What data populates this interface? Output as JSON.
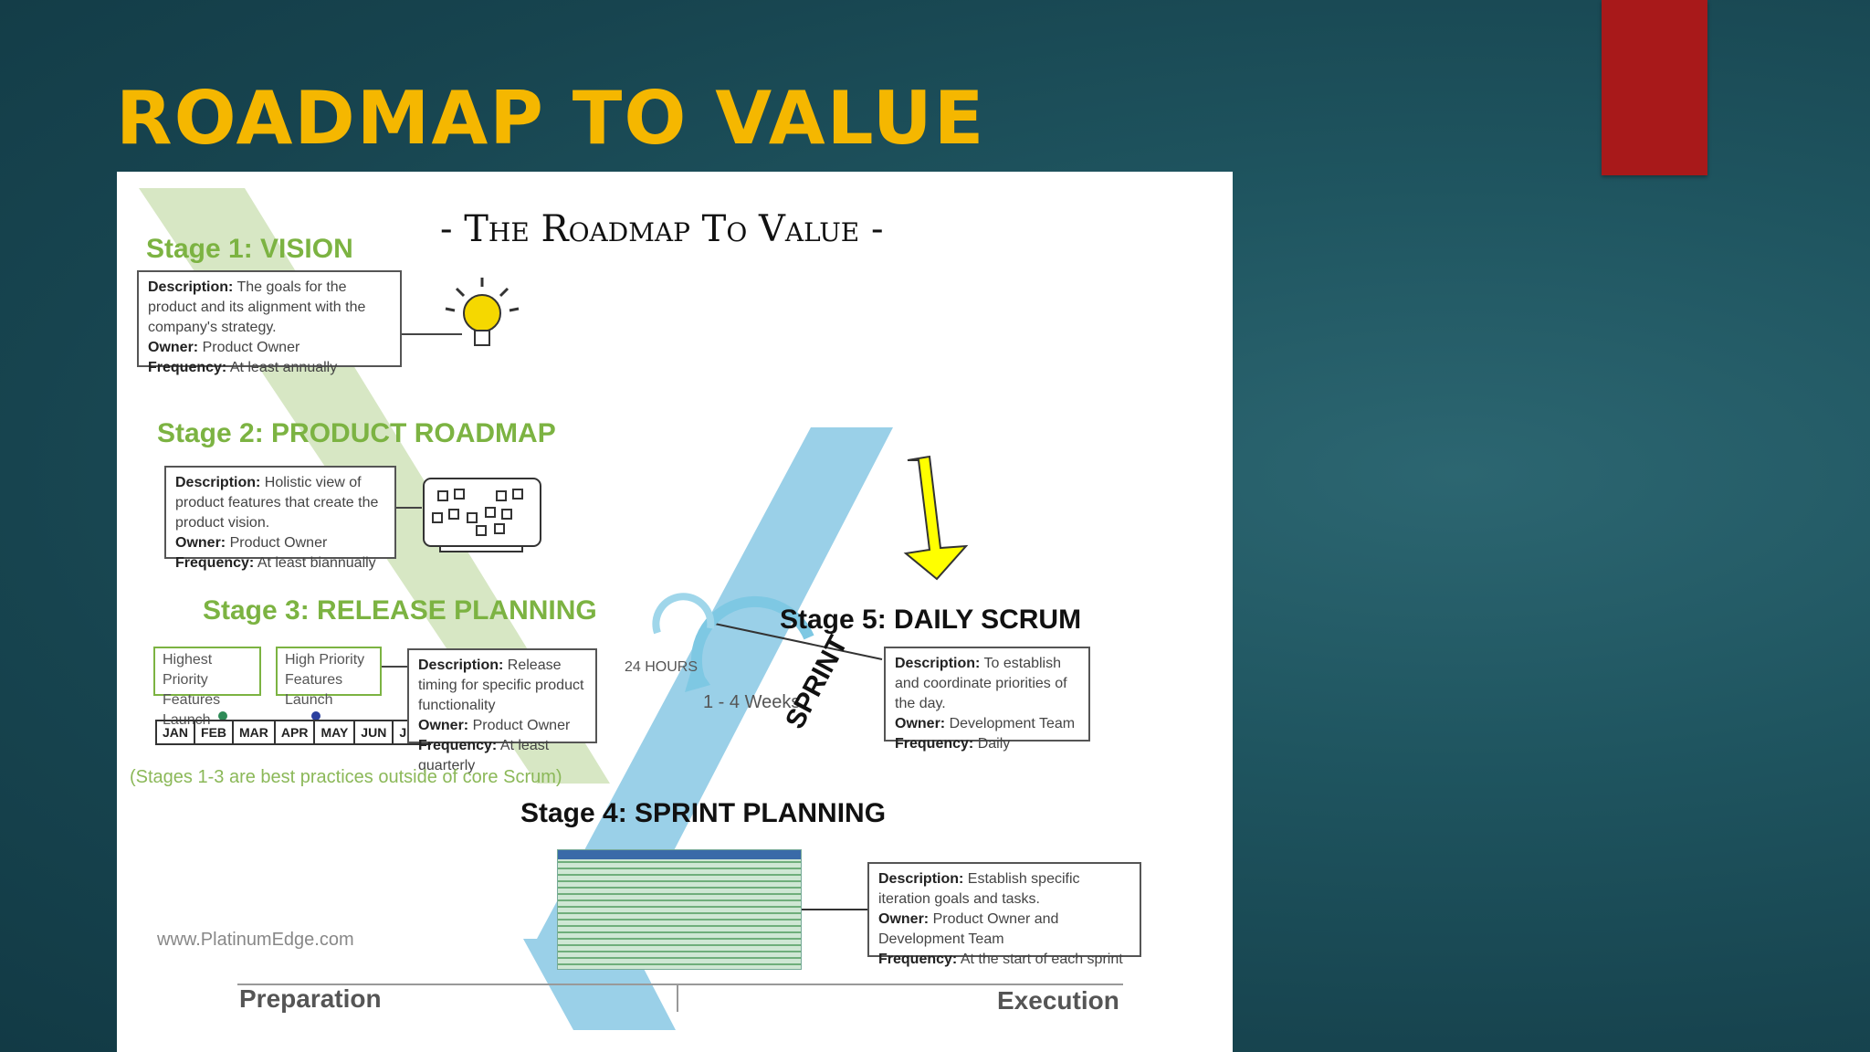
{
  "slide": {
    "title": "ROADMAP TO VALUE"
  },
  "figure": {
    "heading": "- The Roadmap To Value -",
    "stages": {
      "s1": {
        "label": "Stage 1: VISION",
        "desc_key": "Description:",
        "desc": "The goals for the product and its alignment with the company's strategy.",
        "owner_key": "Owner:",
        "owner": "Product Owner",
        "freq_key": "Frequency:",
        "freq": "At least annually"
      },
      "s2": {
        "label": "Stage 2: PRODUCT ROADMAP",
        "desc_key": "Description:",
        "desc": "Holistic view of product features that create the product vision.",
        "owner_key": "Owner:",
        "owner": "Product Owner",
        "freq_key": "Frequency:",
        "freq": "At least biannually"
      },
      "s3": {
        "label": "Stage 3: RELEASE PLANNING",
        "desc_key": "Description:",
        "desc": "Release timing for specific product functionality",
        "owner_key": "Owner:",
        "owner": "Product Owner",
        "freq_key": "Frequency:",
        "freq": "At least quarterly",
        "prio1": "Highest Priority Features Launch",
        "prio2": "High Priority Features Launch",
        "months": [
          "JAN",
          "FEB",
          "MAR",
          "APR",
          "MAY",
          "JUN",
          "JUL"
        ]
      },
      "s4": {
        "label": "Stage 4: SPRINT PLANNING",
        "desc_key": "Description:",
        "desc": "Establish specific iteration goals and tasks.",
        "owner_key": "Owner:",
        "owner": "Product Owner and Development Team",
        "freq_key": "Frequency:",
        "freq": "At the start of each sprint"
      },
      "s5": {
        "label": "Stage 5: DAILY SCRUM",
        "desc_key": "Description:",
        "desc": "To establish and coordinate priorities of the day.",
        "owner_key": "Owner:",
        "owner": "Development Team",
        "freq_key": "Frequency:",
        "freq": "Daily"
      }
    },
    "note": "(Stages 1-3 are best practices outside of core Scrum)",
    "hours": "24 HOURS",
    "weeks": "1 - 4 Weeks",
    "sprint": "SPRINT",
    "website": "www.PlatinumEdge.com",
    "preparation": "Preparation",
    "execution": "Execution",
    "colors": {
      "green": "#7cb342",
      "blue": "#7ec8e3",
      "arrow": "#ffff00",
      "title": "#f5b700",
      "tab": "#a8191a"
    }
  }
}
